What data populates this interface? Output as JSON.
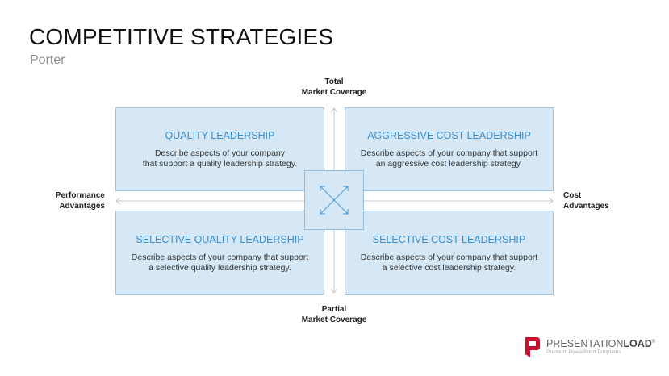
{
  "title": "COMPETITIVE STRATEGIES",
  "subtitle": "Porter",
  "axes": {
    "top": [
      "Total",
      "Market Coverage"
    ],
    "bottom": [
      "Partial",
      "Market Coverage"
    ],
    "left": [
      "Performance",
      "Advantages"
    ],
    "right": [
      "Cost",
      "Advantages"
    ]
  },
  "quadrants": [
    {
      "heading": "QUALITY LEADERSHIP",
      "lines": [
        "Describe aspects of your company",
        "that support a quality leadership strategy."
      ]
    },
    {
      "heading": "AGGRESSIVE COST LEADERSHIP",
      "lines": [
        "Describe aspects of your company that support",
        "an aggressive cost leadership strategy."
      ]
    },
    {
      "heading": "SELECTIVE QUALITY LEADERSHIP",
      "lines": [
        "Describe aspects of your company that support",
        "a selective quality leadership strategy."
      ]
    },
    {
      "heading": "SELECTIVE COST LEADERSHIP",
      "lines": [
        "Describe aspects of your company that support",
        "a selective cost leadership strategy."
      ]
    }
  ],
  "colors": {
    "box_fill": "#d6e8f6",
    "box_border": "#9cc6e6",
    "heading": "#3a8fcf",
    "logo_red": "#c8102e"
  },
  "logo": {
    "brand_light": "PRESENTATION",
    "brand_bold": "LOAD",
    "registered": "®",
    "tagline": "Premium PowerPoint Templates"
  }
}
